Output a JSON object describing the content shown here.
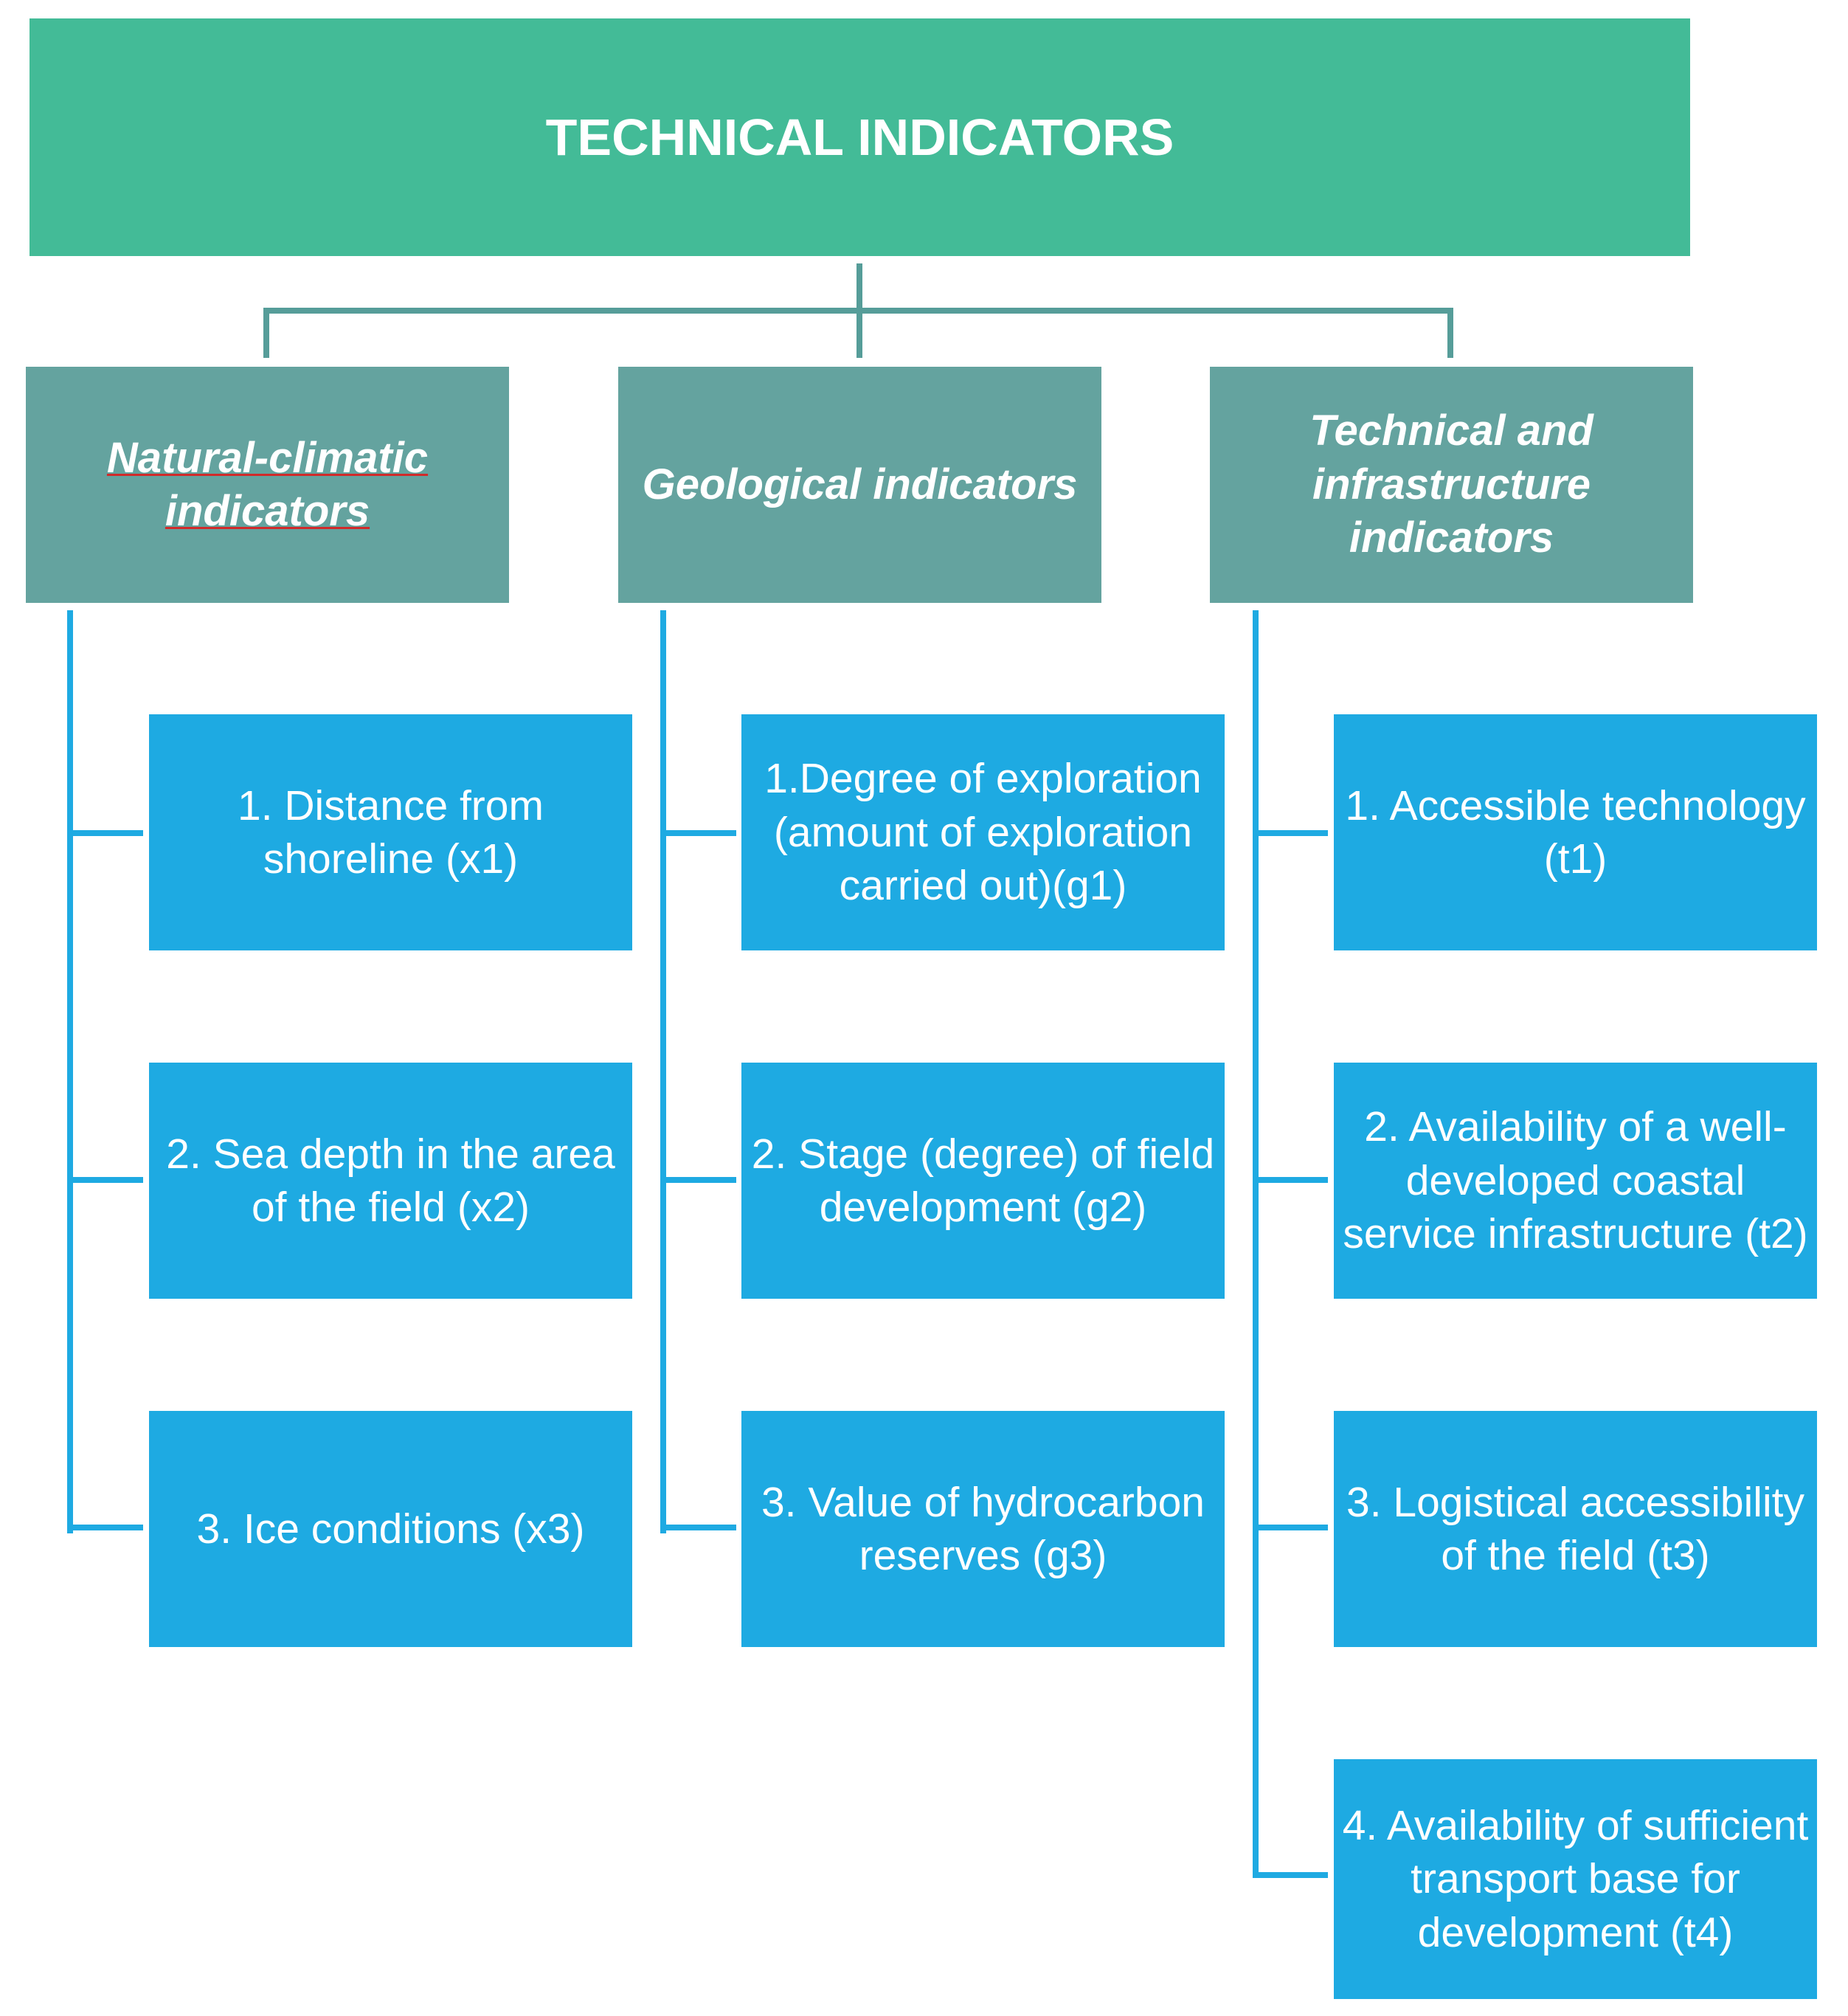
{
  "title": "TECHNICAL INDICATORS",
  "categories": [
    {
      "label": "Natural-climatic indicators",
      "items": [
        "1. Distance from shoreline (x1)",
        "2. Sea depth in the area of the field (x2)",
        "3. Ice conditions (x3)"
      ]
    },
    {
      "label": "Geological indicators",
      "items": [
        "1.Degree of exploration (amount of exploration carried out)(g1)",
        "2. Stage (degree) of field development (g2)",
        "3. Value of hydrocarbon reserves (g3)"
      ]
    },
    {
      "label": "Technical and infrastructure indicators",
      "items": [
        "1. Accessible technology (t1)",
        "2. Availability of a well-developed coastal service infrastructure (t2)",
        "3. Logistical accessibility of the field (t3)",
        "4. Availability of sufficient transport base for development (t4)"
      ]
    }
  ],
  "colors": {
    "title_fill": "#43bb97",
    "category_fill": "#64a39f",
    "item_fill": "#1eaae2",
    "top_connector": "#569d99",
    "item_connector": "#1eaae2"
  }
}
